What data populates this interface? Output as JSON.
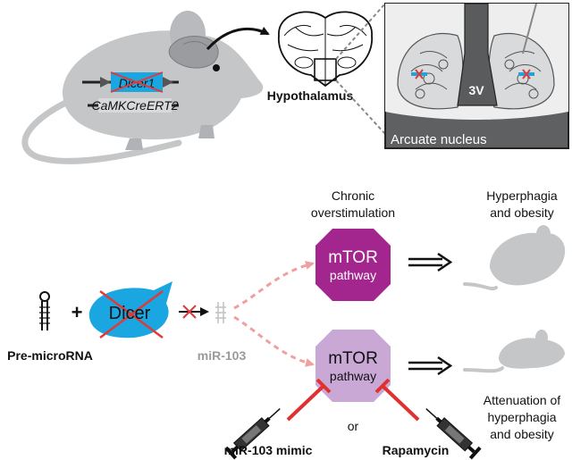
{
  "top": {
    "gene_label": "Dicer1",
    "cre_label": "CaMKCreERT2",
    "brain_region_label": "Hypothalamus",
    "inset_ventricle_label": "3V",
    "inset_region_label": "Arcuate nucleus"
  },
  "bottom": {
    "premicrorna_label": "Pre-microRNA",
    "plus_symbol": "+",
    "dicer_label": "Dicer",
    "mir_label": "miR-103",
    "mtor_title": "mTOR",
    "mtor_subtitle": "pathway",
    "chronic_line1": "Chronic",
    "chronic_line2": "overstimulation",
    "hyper_line1": "Hyperphagia",
    "hyper_line2": "and obesity",
    "atten_line1": "Attenuation of",
    "atten_line2": "hyperphagia",
    "atten_line3": "and obesity",
    "or_label": "or",
    "mimic_label": "miR-103 mimic",
    "rapa_label": "Rapamycin"
  },
  "colors": {
    "mouse_gray": "#c4c6c8",
    "dicer_blue": "#1aa6e0",
    "cross_red": "#e03a3a",
    "mtor_dark": "#a3268f",
    "mtor_light": "#c9a8d6",
    "dash_pink": "#f0a0a0",
    "inhibit_red": "#e03030"
  }
}
